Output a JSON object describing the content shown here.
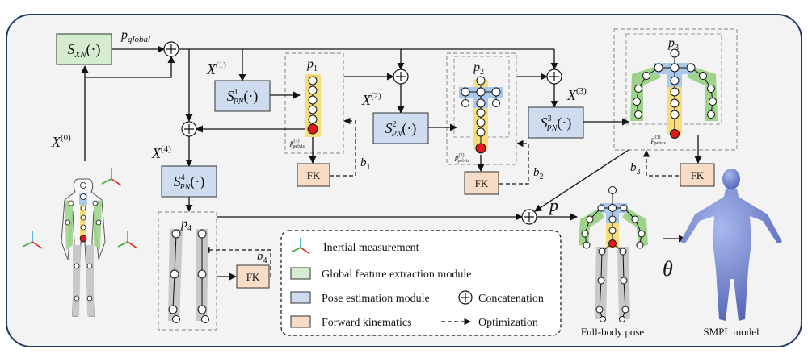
{
  "modules": {
    "sxn": {
      "main": "S",
      "sub": "XN",
      "arg": "(·)"
    },
    "s1": {
      "main": "S",
      "sup": "1",
      "sub": "PN",
      "arg": "(·)"
    },
    "s2": {
      "main": "S",
      "sup": "2",
      "sub": "PN",
      "arg": "(·)"
    },
    "s3": {
      "main": "S",
      "sup": "3",
      "sub": "PN",
      "arg": "(·)"
    },
    "s4": {
      "main": "S",
      "sup": "4",
      "sub": "PN",
      "arg": "(·)"
    }
  },
  "fk_label": "FK",
  "signals": {
    "p_global": {
      "main": "p",
      "sub": "global"
    },
    "x0": {
      "main": "X",
      "sup": "(0)"
    },
    "x1": {
      "main": "X",
      "sup": "(1)"
    },
    "x2": {
      "main": "X",
      "sup": "(2)"
    },
    "x3": {
      "main": "X",
      "sup": "(3)"
    },
    "x4": {
      "main": "X",
      "sup": "(4)"
    },
    "p1": {
      "main": "p",
      "sub": "1"
    },
    "p2": {
      "main": "p",
      "sub": "2"
    },
    "p3": {
      "main": "p",
      "sub": "3"
    },
    "p4": {
      "main": "p",
      "sub": "4"
    },
    "b1": {
      "main": "b",
      "sub": "1"
    },
    "b2": {
      "main": "b",
      "sub": "2"
    },
    "b3": {
      "main": "b",
      "sub": "3"
    },
    "b4": {
      "main": "b",
      "sub": "4"
    },
    "pelvis1": {
      "main": "p",
      "sup": "(1)",
      "sub": "pelvis"
    },
    "pelvis2": {
      "main": "p",
      "sup": "(2)",
      "sub": "pelvis"
    },
    "pelvis3": {
      "main": "p",
      "sup": "(3)",
      "sub": "pelvis"
    },
    "p_out": "p",
    "theta": "θ"
  },
  "labels": {
    "full_body_pose": "Full-body pose",
    "smpl_model": "SMPL model"
  },
  "legend": {
    "inertial": "Inertial measurement",
    "global": "Global feature extraction module",
    "pose": "Pose estimation module",
    "concat": "Concatenation",
    "fk": "Forward kinematics",
    "opt": "Optimization"
  },
  "colors": {
    "module_green": "#d6ecd0",
    "module_blue": "#cfdcf0",
    "fk_peach": "#f8dcc6",
    "limb_green": "#9fd38b",
    "torso_yellow": "#f7de7a",
    "head_blue": "#a9c8ec",
    "leg_gray": "#c8c8c8",
    "pelvis_red": "#e01b1b",
    "smpl_blue": "#7b8fd2"
  }
}
